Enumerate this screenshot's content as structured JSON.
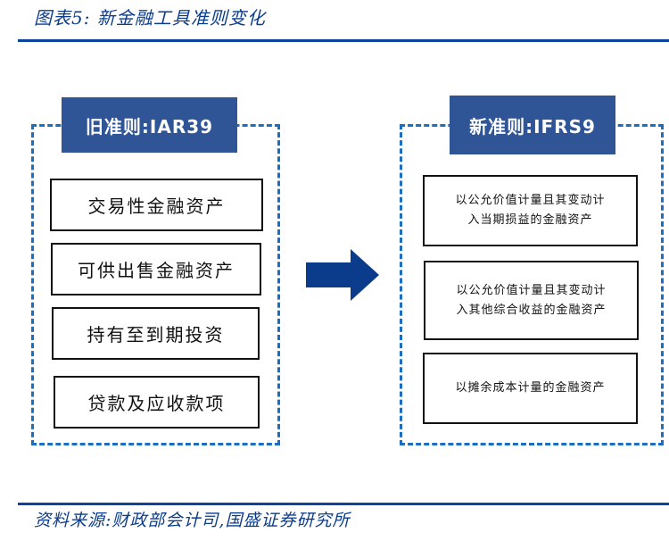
{
  "figure": {
    "title": "图表5:  新金融工具准则变化",
    "source": "资料来源:财政部会计司,国盛证券研究所"
  },
  "old_standard": {
    "label": "旧准则:IAR39",
    "items": [
      "交易性金融资产",
      "可供出售金融资产",
      "持有至到期投资",
      "贷款及应收款项"
    ]
  },
  "new_standard": {
    "label": "新准则:IFRS9",
    "items": [
      {
        "line1": "以公允价值计量且其变动计",
        "line2": "入当期损益的金融资产"
      },
      {
        "line1": "以公允价值计量且其变动计",
        "line2": "入其他综合收益的金融资产"
      },
      {
        "line1": "以摊余成本计量的金融资产",
        "line2": ""
      }
    ]
  },
  "arrow": {
    "direction": "right",
    "meaning": "transition"
  },
  "colors": {
    "title_blue": "#0b3c8c",
    "rule_blue": "#0b449c",
    "tag_fill": "#2f5597",
    "dash_blue": "#1c6fc0",
    "arrow_fill": "#0b3c8c"
  }
}
